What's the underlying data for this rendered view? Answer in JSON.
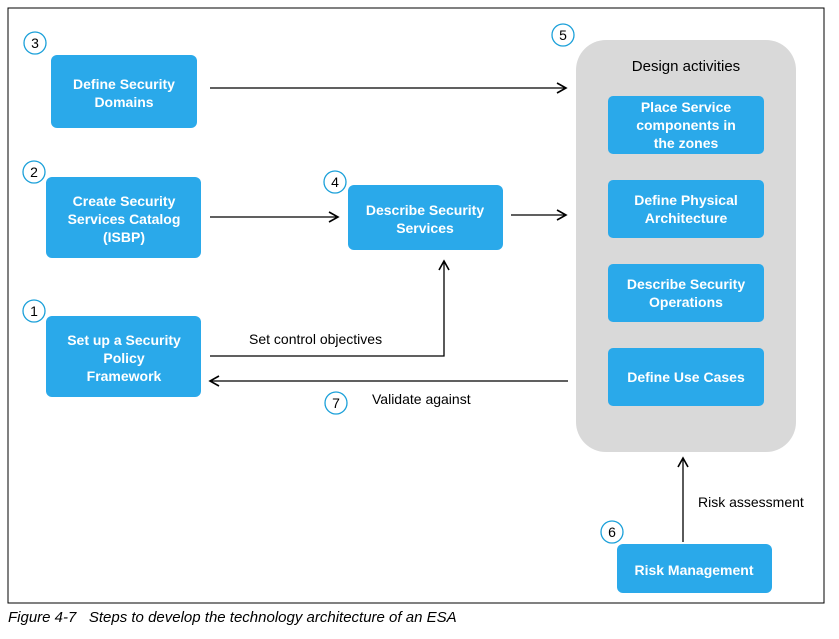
{
  "colors": {
    "box": "#2aa9ea",
    "panel": "#d9d9d9",
    "circle": "#1ba0d9"
  },
  "steps": {
    "define_domains": {
      "number": "3",
      "lines": [
        "Define Security",
        "Domains"
      ]
    },
    "create_catalog": {
      "number": "2",
      "lines": [
        "Create Security",
        "Services Catalog",
        "(ISBP)"
      ]
    },
    "policy_framework": {
      "number": "1",
      "lines": [
        "Set up a Security",
        "Policy",
        "Framework"
      ]
    },
    "describe_services": {
      "number": "4",
      "lines": [
        "Describe Security",
        "Services"
      ]
    },
    "design_activities": {
      "number": "5",
      "title": "Design activities"
    },
    "validate": {
      "number": "7"
    },
    "risk_management": {
      "number": "6",
      "lines": [
        "Risk Management"
      ]
    }
  },
  "activities": [
    {
      "lines": [
        "Place Service",
        "components in",
        "the zones"
      ]
    },
    {
      "lines": [
        "Define Physical",
        "Architecture"
      ]
    },
    {
      "lines": [
        "Describe Security",
        "Operations"
      ]
    },
    {
      "lines": [
        "Define Use Cases"
      ]
    }
  ],
  "edge_labels": {
    "control": "Set control objectives",
    "validate": "Validate against",
    "risk": "Risk assessment"
  },
  "caption": "Figure 4-7   Steps to develop the technology architecture of an ESA"
}
